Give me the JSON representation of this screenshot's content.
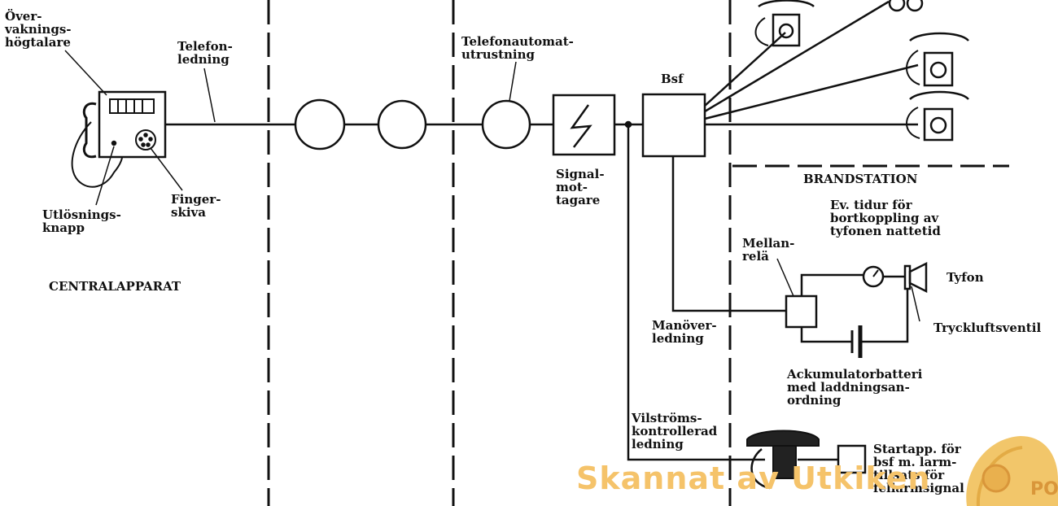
{
  "labels": {
    "overvakning": "Över-\nvaknings-\nhögtalare",
    "telefonledning": "Telefon-\nledning",
    "telefonautomat": "Telefonautomat-\nutrustning",
    "bsf": "Bsf",
    "utlosningsknapp": "Utlösnings-\nknapp",
    "fingerskiva": "Finger-\nskiva",
    "signalmottagare": "Signal-\nmot-\ntagare",
    "brandstation": "BRANDSTATION",
    "tidur": "Ev. tidur för\nbortkoppling av\ntyfonen nattetid",
    "mellanrela": "Mellan-\nrelä",
    "tyfon": "Tyfon",
    "centralapparat": "CENTRALAPPARAT",
    "manoverledning": "Manöver-\nledning",
    "tryckluftsventil": "Tryckluftsventil",
    "ackumulator": "Ackumulatorbatteri\nmed laddningsan-\nordning",
    "vilstroms": "Vilströms-\nkontrollerad\nledning",
    "startapp": "Startapp. för\nbsf m. larm-\ntillsats för\nfellarmsignal"
  },
  "watermark": {
    "text": "Skannat av Utkiken",
    "color": "#f5c36a"
  }
}
